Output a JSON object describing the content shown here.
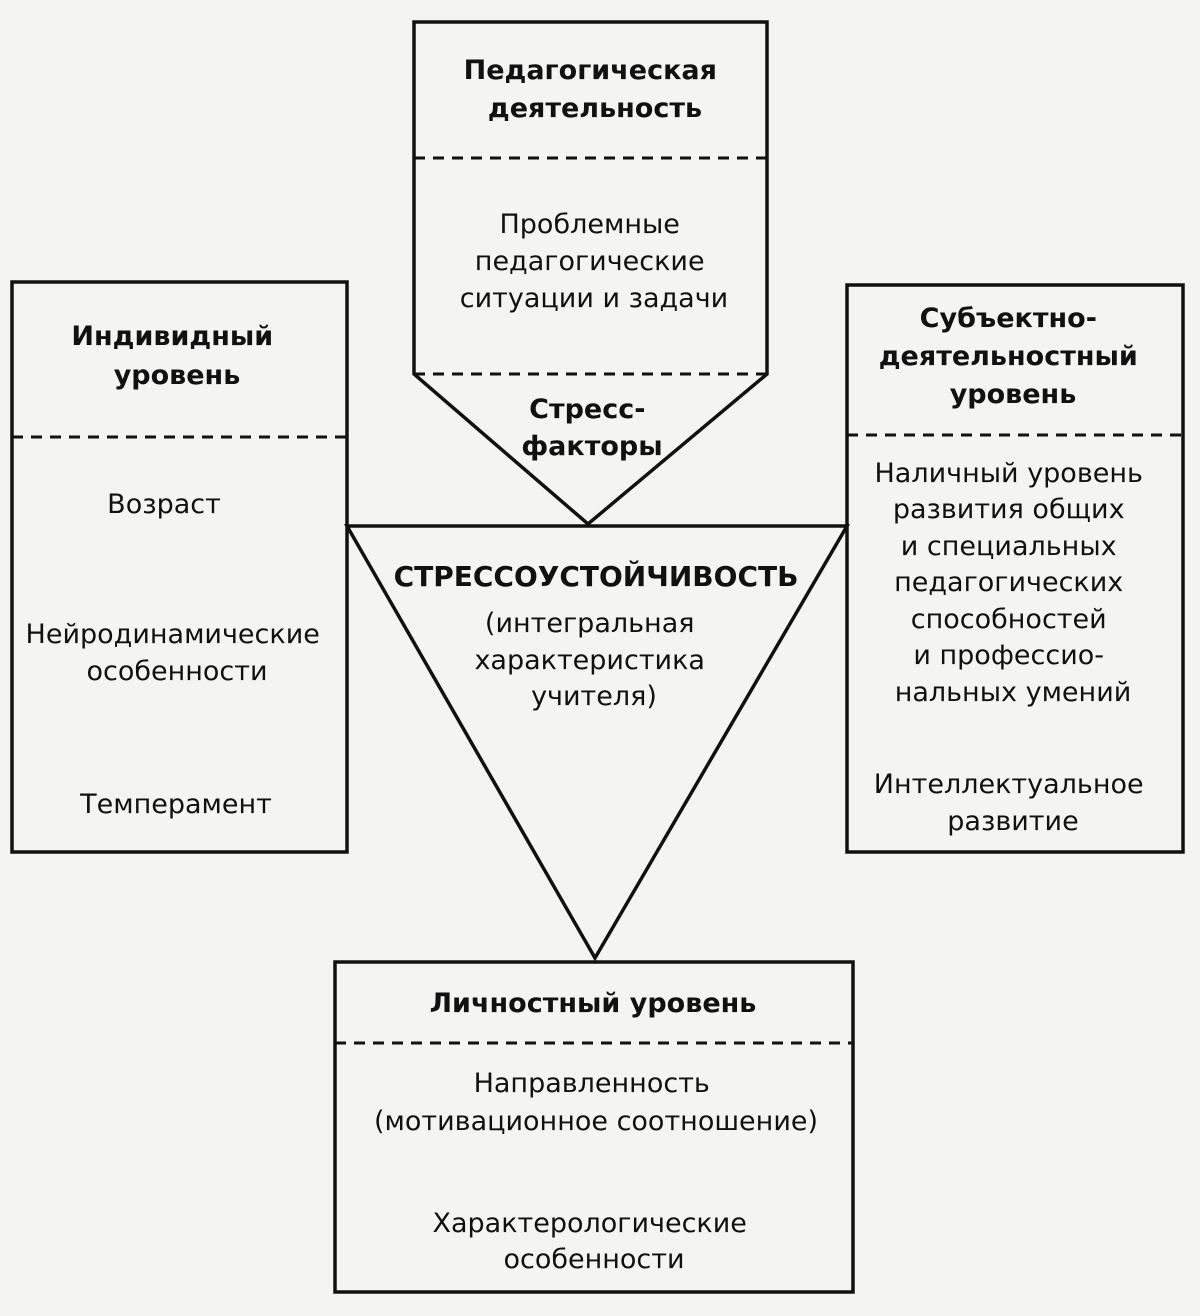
{
  "top_box": {
    "title": [
      "Педагогическая",
      "деятельность"
    ],
    "content": [
      "Проблемные",
      "педагогические",
      "ситуации и задачи"
    ],
    "arrow_label": [
      "Стресс-",
      "факторы"
    ]
  },
  "left_box": {
    "title": [
      "Индивидный",
      "уровень"
    ],
    "items": [
      [
        "Возраст"
      ],
      [
        "Нейродинамические",
        "особенности"
      ],
      [
        "Темперамент"
      ]
    ]
  },
  "right_box": {
    "title": [
      "Субъектно-",
      "деятельностный",
      "уровень"
    ],
    "items": [
      [
        "Наличный уровень",
        "развития общих",
        "и специальных",
        "педагогических",
        "способностей",
        "и профессио-",
        "нальных умений"
      ],
      [
        "Интеллектуальное",
        "развитие"
      ]
    ]
  },
  "center": {
    "title": "СТРЕССОУСТОЙЧИВОСТЬ",
    "subtitle": [
      "(интегральная",
      "характеристика",
      "учителя)"
    ]
  },
  "bottom_box": {
    "title": [
      "Личностный уровень"
    ],
    "items": [
      [
        "Направленность",
        "(мотивационное соотношение)"
      ],
      [
        "Характерологические",
        "особенности"
      ]
    ]
  }
}
